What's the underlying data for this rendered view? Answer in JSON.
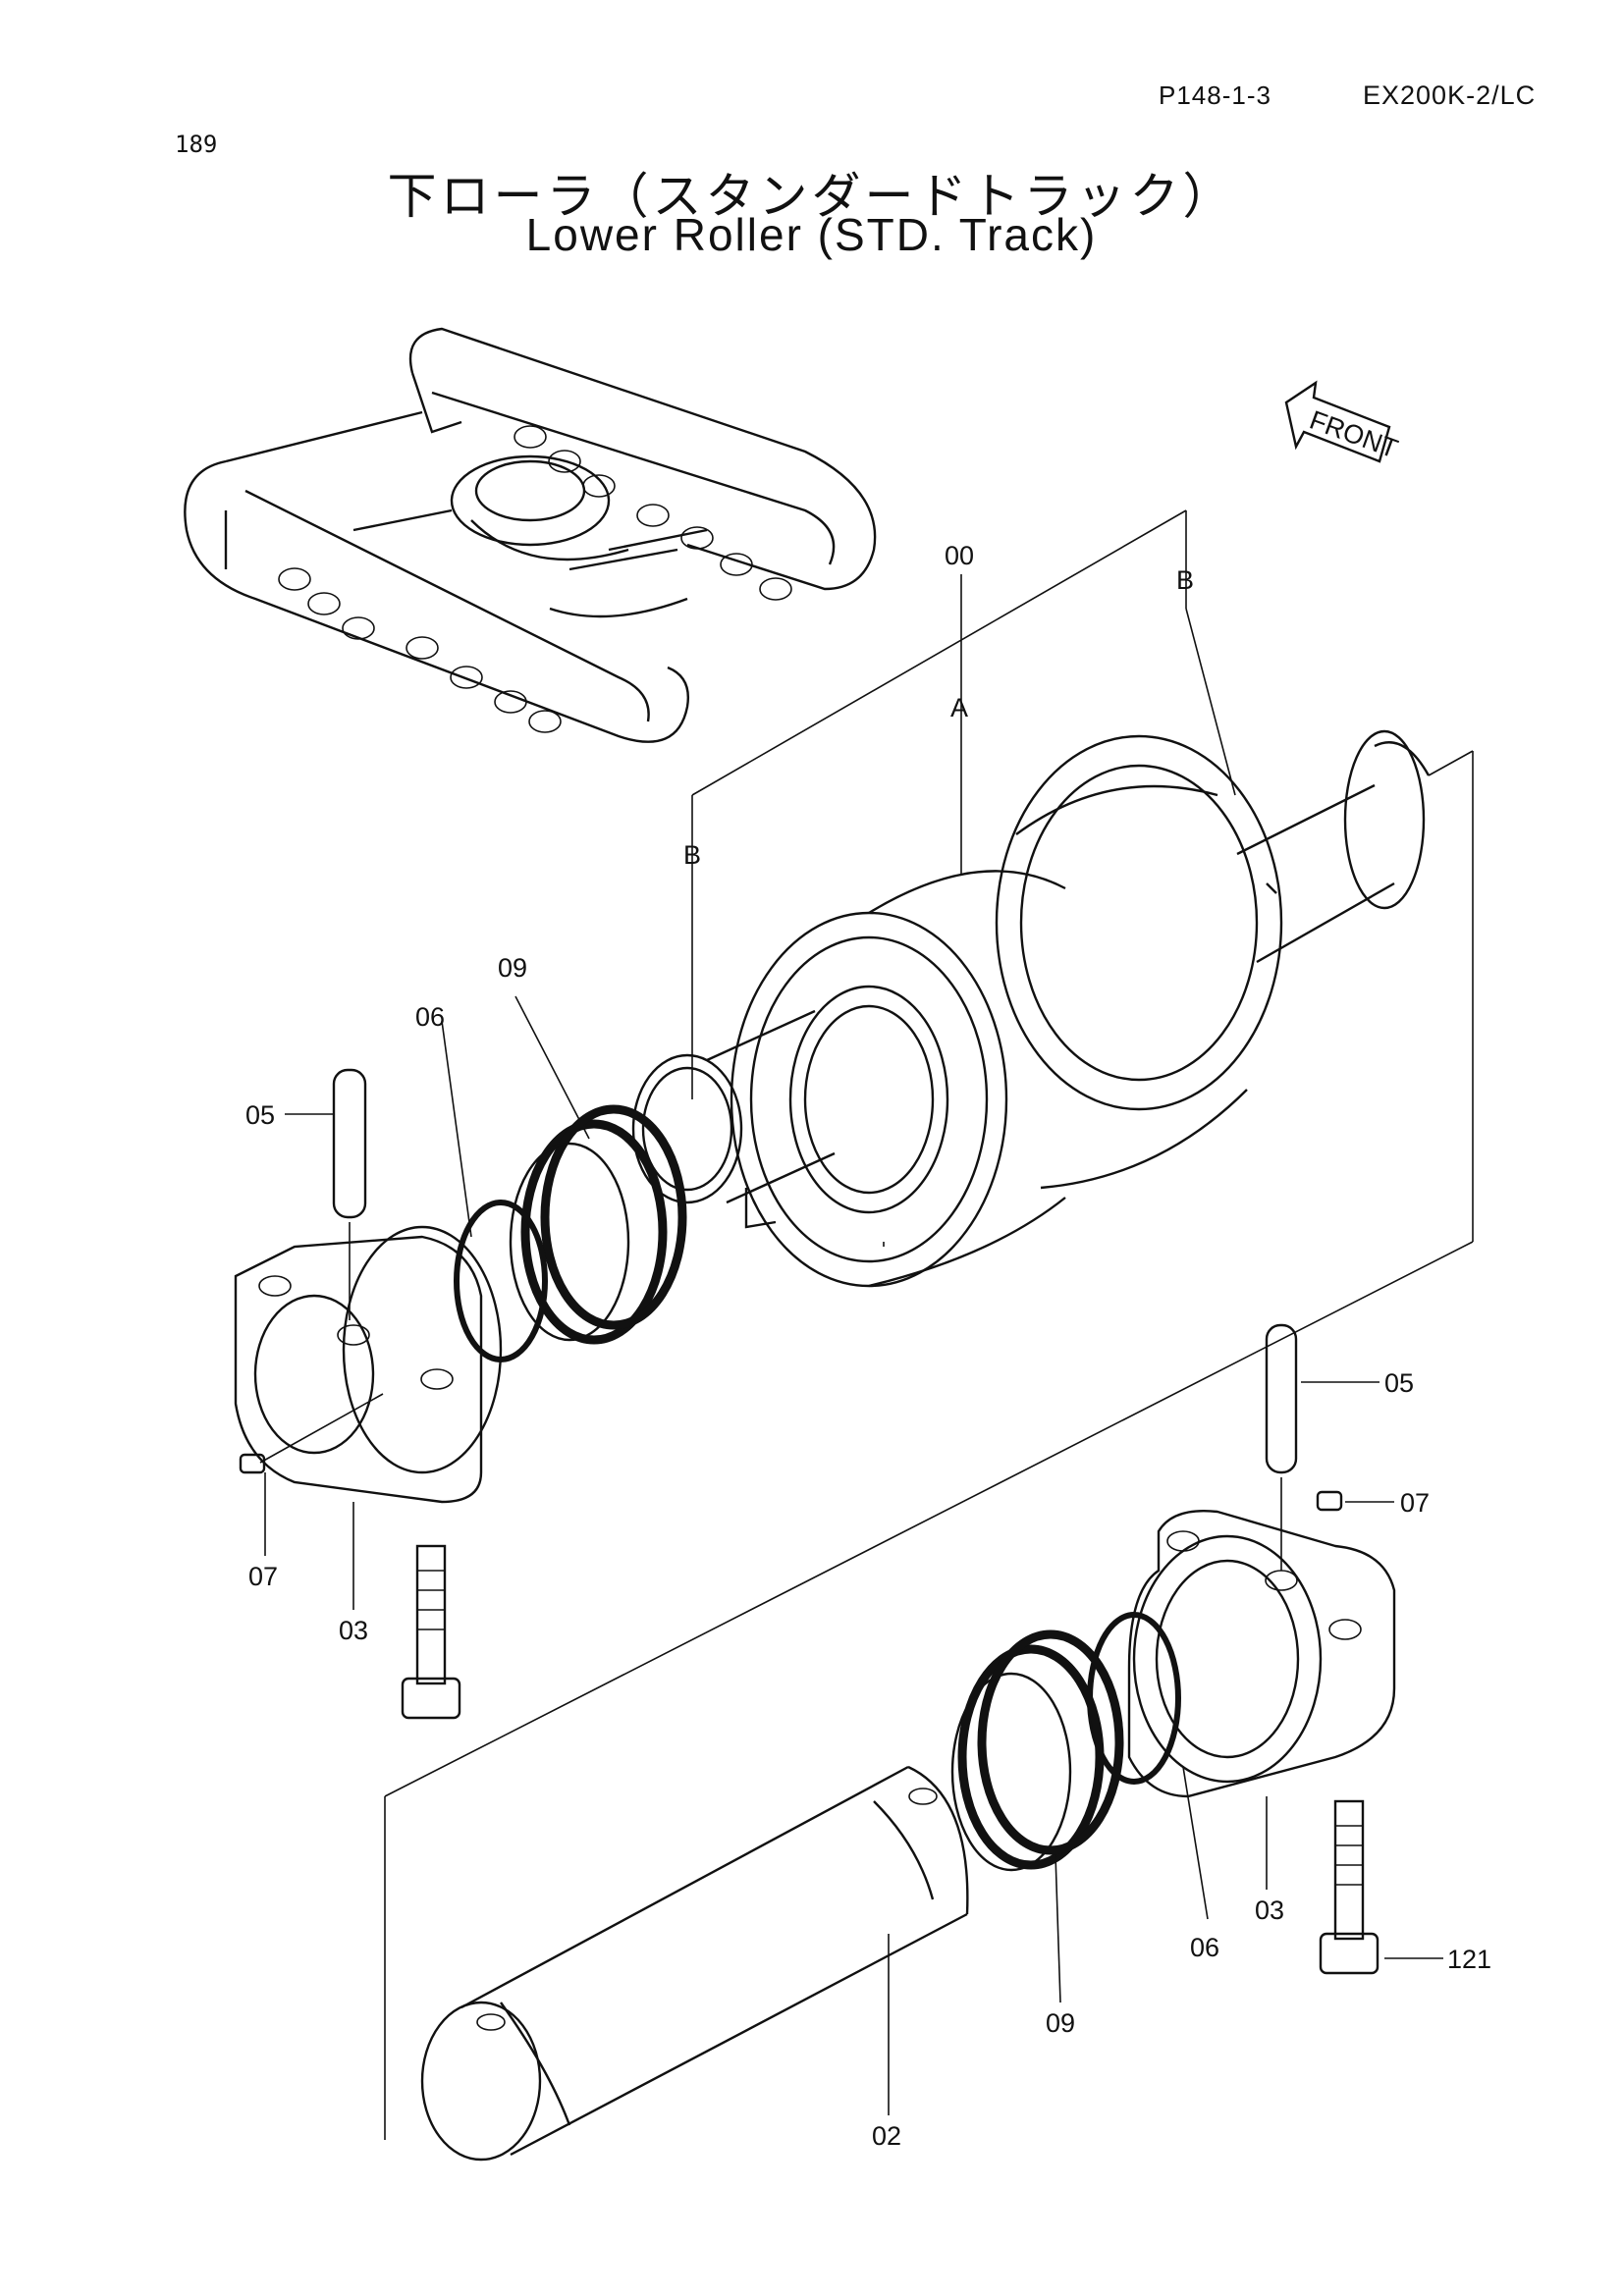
{
  "header": {
    "page_ref": "P148-1-3",
    "model": "EX200K-2/LC",
    "page_number": "189",
    "title_jp": "下ローラ（スタンダードトラック）",
    "title_en": "Lower Roller (STD. Track)"
  },
  "front_marker": "FRONT",
  "callouts": {
    "assembly": "00",
    "group_a": "A",
    "group_b_left": "B",
    "group_b_right": "B",
    "pin_left": "05",
    "pin_right": "05",
    "oring_left": "06",
    "oring_right": "06",
    "seal_left": "09",
    "seal_right": "09",
    "plug_left": "07",
    "plug_right": "07",
    "collar_left": "03",
    "collar_right": "03",
    "shaft": "02",
    "bolt": "121"
  }
}
